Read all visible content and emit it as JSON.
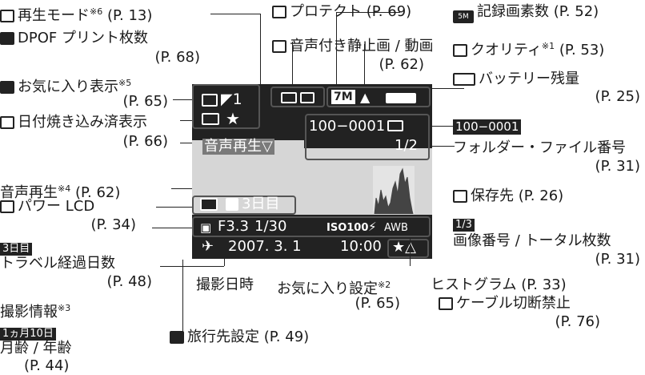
{
  "left": {
    "playback_mode": {
      "label": "再生モード",
      "sup": "※6",
      "page": "(P. 13)"
    },
    "dpof": {
      "label": "DPOF プリント枚数",
      "page": "(P. 68)"
    },
    "favorite_display": {
      "label": "お気に入り表示",
      "sup": "※5",
      "page": "(P. 65)"
    },
    "date_stamped": {
      "label": "日付焼き込み済表示",
      "page": "(P. 66)"
    },
    "audio_playback": {
      "label": "音声再生",
      "sup": "※4",
      "page": "(P. 62)"
    },
    "power_lcd": {
      "label": "パワー LCD",
      "page": "(P. 34)"
    },
    "travel_days": {
      "tag": "3日目",
      "label": "トラベル経過日数",
      "page": "(P. 48)"
    },
    "shooting_info": {
      "label": "撮影情報",
      "sup": "※3"
    },
    "moon_age": {
      "tag": "1ヵ月10日",
      "label": "月齢 / 年齢",
      "page": "(P. 44)"
    }
  },
  "top": {
    "protect": {
      "label": "プロテクト",
      "page": "(P. 69)"
    },
    "audio_still": {
      "label": "音声付き静止画 / 動画",
      "page": "(P. 62)"
    }
  },
  "right": {
    "pixels": {
      "icon": "5M",
      "label": "記録画素数",
      "page": "(P. 52)"
    },
    "quality": {
      "label": "クオリティ",
      "sup": "※1",
      "page": "(P. 53)"
    },
    "battery": {
      "label": "バッテリー残量",
      "page": "(P. 25)"
    },
    "folder": {
      "tag": "100−0001",
      "label": "フォルダー・ファイル番号",
      "page": "(P. 31)"
    },
    "storage": {
      "label": "保存先",
      "page": "(P. 26)"
    },
    "image_no": {
      "tag": "1/3",
      "label": "画像番号 / トータル枚数",
      "page": "(P. 31)"
    },
    "histogram": {
      "label": "ヒストグラム",
      "page": "(P. 33)"
    },
    "cable": {
      "label": "ケーブル切断禁止",
      "page": "(P. 76)"
    }
  },
  "bottom": {
    "shooting_datetime": {
      "label": "撮影日時"
    },
    "favorite_setting": {
      "label": "お気に入り設定",
      "sup": "※2",
      "page": "(P. 65)"
    },
    "travel_dest": {
      "label": "旅行先設定",
      "page": "(P. 49)"
    }
  },
  "screen": {
    "dpof_count": "1",
    "size_icon": "7M",
    "folder_file": "100−0001",
    "image_counter": "1/2",
    "audio_label": "音声再生▽",
    "days_label": "3日目",
    "aperture": "F3.3",
    "shutter": "1/30",
    "iso": "ISO100",
    "wb": "AWB",
    "date": "2007. 3. 1",
    "time": "10:00",
    "fav_symbols": "★△"
  }
}
